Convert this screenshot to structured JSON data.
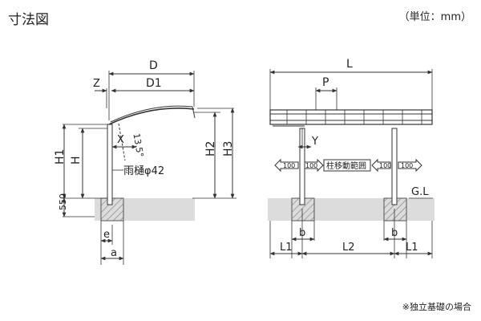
{
  "header": {
    "title": "寸法図",
    "unit_note": "（単位：mm）"
  },
  "footnote": "※独立基礎の場合",
  "side_view": {
    "labels": {
      "D": "D",
      "D1": "D1",
      "Z": "Z",
      "X": "X",
      "angle": "13.5°",
      "H1": "H1",
      "H": "H",
      "H2": "H2",
      "H3": "H3",
      "gutter": "雨樋φ42",
      "depth": "550",
      "e": "e",
      "a": "a"
    }
  },
  "front_view": {
    "labels": {
      "L": "L",
      "P": "P",
      "Y": "Y",
      "GL": "G.L",
      "b_left": "b",
      "b_right": "b",
      "L1_left": "L1",
      "L2": "L2",
      "L1_right": "L1",
      "range": "柱移動範囲",
      "r1": "100",
      "r2": "100",
      "r3": "100",
      "r4": "100"
    }
  },
  "colors": {
    "ground": "#dcdcdc",
    "line": "#333333"
  }
}
